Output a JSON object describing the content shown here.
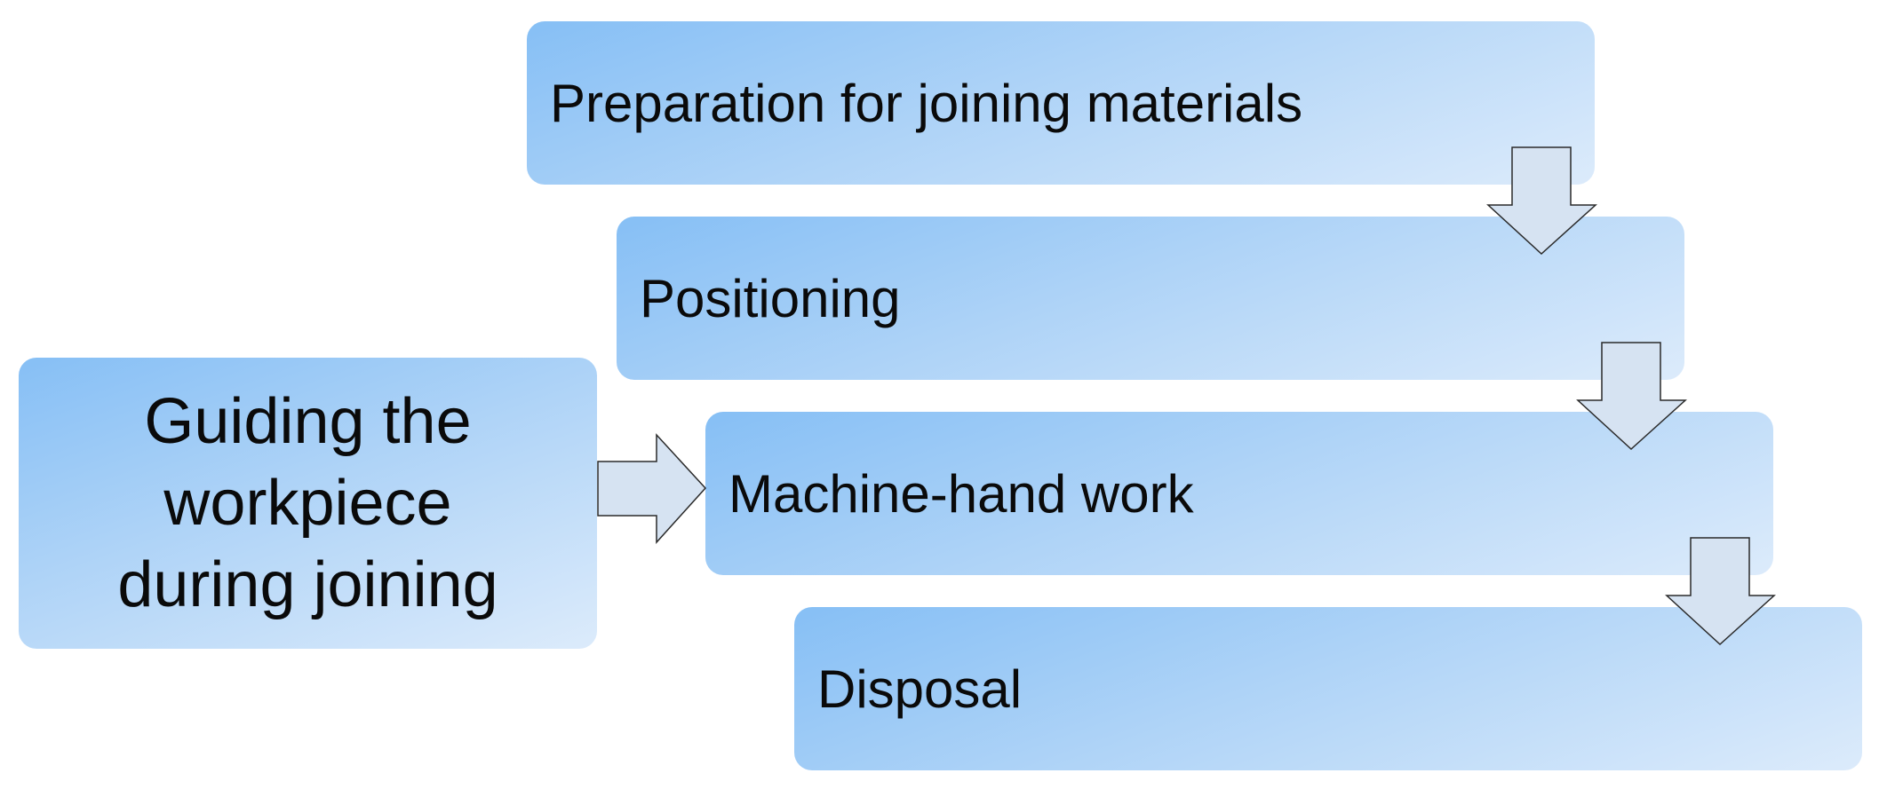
{
  "main": {
    "lines": [
      "Guiding the",
      "workpiece",
      "during joining"
    ]
  },
  "steps": [
    {
      "label": "Preparation for joining materials"
    },
    {
      "label": "Positioning"
    },
    {
      "label": "Machine-hand work"
    },
    {
      "label": "Disposal"
    }
  ],
  "colors": {
    "box_gradient_start": "#86bff5",
    "box_gradient_end": "#dcebfb",
    "arrow_fill": "#d6e3f2",
    "arrow_stroke": "#2a2a2a"
  }
}
